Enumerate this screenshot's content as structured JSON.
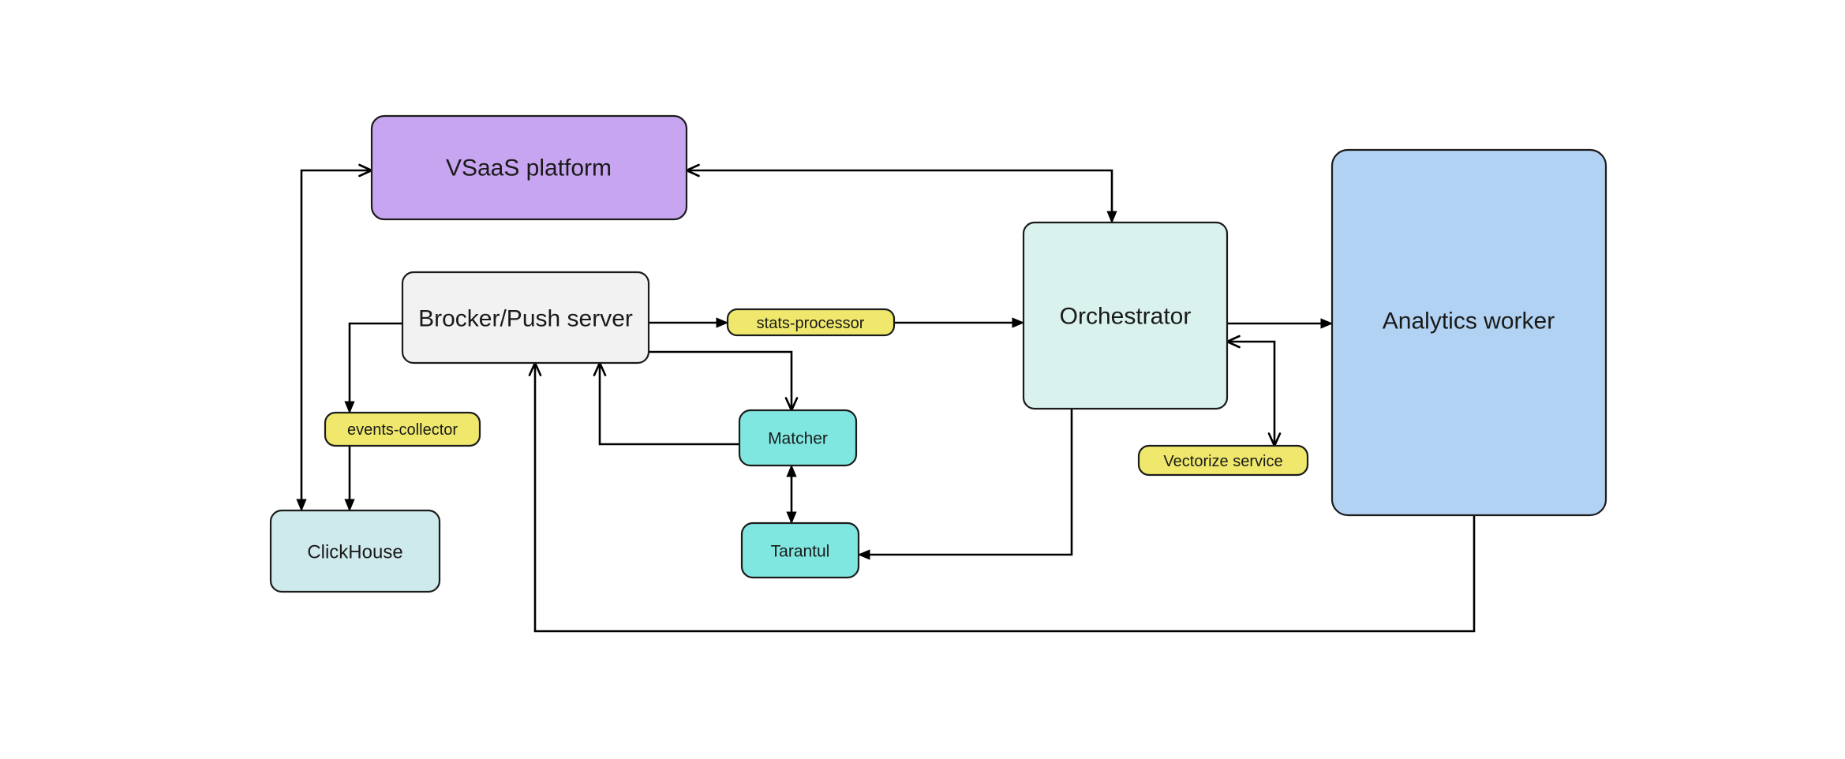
{
  "diagram": {
    "background": "#ffffff",
    "edge_color": "#000000",
    "node_border": "#1c1c1c",
    "text_color": "#1a1a1a",
    "nodes": {
      "vsaas": {
        "label": "VSaaS platform",
        "fill": "#c8a5f0"
      },
      "brocker": {
        "label": "Brocker/Push server",
        "fill": "#f2f2f2"
      },
      "stats": {
        "label": "stats-processor",
        "fill": "#efe86c"
      },
      "events": {
        "label": "events-collector",
        "fill": "#efe86c"
      },
      "vectorize": {
        "label": "Vectorize service",
        "fill": "#efe86c"
      },
      "orchestrator": {
        "label": "Orchestrator",
        "fill": "#d9f2ee"
      },
      "clickhouse": {
        "label": "ClickHouse",
        "fill": "#cfeaed"
      },
      "matcher": {
        "label": "Matcher",
        "fill": "#80e7e0"
      },
      "tarantul": {
        "label": "Tarantul",
        "fill": "#80e7e0"
      },
      "analytics": {
        "label": "Analytics worker",
        "fill": "#b1d2f2"
      }
    },
    "edges": [
      {
        "from": "VSaaS platform",
        "to": "ClickHouse",
        "bidirectional": true
      },
      {
        "from": "VSaaS platform",
        "to": "Orchestrator",
        "bidirectional": true
      },
      {
        "from": "Brocker/Push server",
        "to": "stats-processor",
        "bidirectional": false
      },
      {
        "from": "stats-processor",
        "to": "Orchestrator",
        "bidirectional": false
      },
      {
        "from": "Orchestrator",
        "to": "Analytics worker",
        "bidirectional": false
      },
      {
        "from": "Orchestrator",
        "to": "Vectorize service",
        "bidirectional": true
      },
      {
        "from": "Brocker/Push server",
        "to": "events-collector",
        "bidirectional": false
      },
      {
        "from": "events-collector",
        "to": "ClickHouse",
        "bidirectional": false
      },
      {
        "from": "Brocker/Push server",
        "to": "Matcher",
        "bidirectional": false
      },
      {
        "from": "Matcher",
        "to": "Brocker/Push server",
        "bidirectional": false
      },
      {
        "from": "Matcher",
        "to": "Tarantul",
        "bidirectional": true
      },
      {
        "from": "Orchestrator",
        "to": "Tarantul",
        "bidirectional": false
      },
      {
        "from": "Analytics worker",
        "to": "Brocker/Push server",
        "bidirectional": false
      }
    ]
  }
}
